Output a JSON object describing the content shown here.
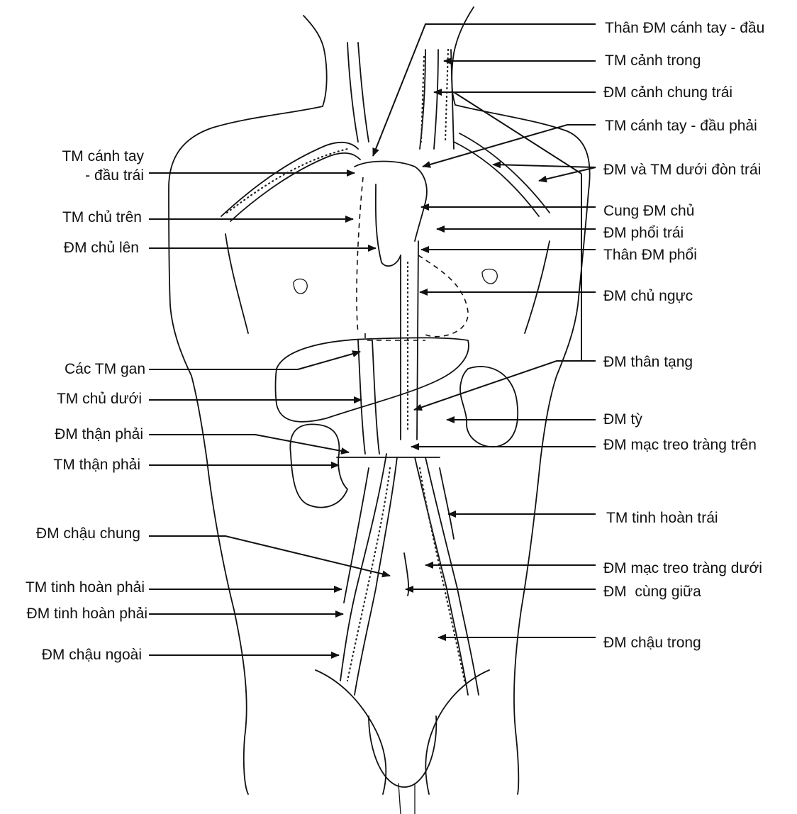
{
  "labels": {
    "than_dm_canh_tay_dau": "Thân ĐM cánh tay - đầu",
    "tm_canh_trong": "TM cảnh trong",
    "dm_canh_chung_trai": "ĐM cảnh chung trái",
    "tm_canh_tay_dau_phai": "TM cánh tay - đầu phải",
    "tm_canh_tay_dau_trai_1": "TM cánh tay",
    "tm_canh_tay_dau_trai_2": "- đầu trái",
    "dm_va_tm_duoi_don_trai": "ĐM và TM dưới đòn trái",
    "tm_chu_tren": "TM chủ trên",
    "cung_dm_chu": "Cung ĐM chủ",
    "dm_phoi_trai": "ĐM phổi trái",
    "dm_chu_len": "ĐM chủ lên",
    "than_dm_phoi": "Thân ĐM phổi",
    "dm_chu_nguc": "ĐM chủ ngực",
    "cac_tm_gan": "Các TM gan",
    "dm_than_tang": "ĐM thân tạng",
    "tm_chu_duoi": "TM chủ dưới",
    "dm_ty": "ĐM tỳ",
    "dm_than_phai": "ĐM thận phải",
    "dm_mac_treo_trang_tren": "ĐM mạc treo tràng trên",
    "tm_than_phai": "TM thận phải",
    "tm_tinh_hoan_trai": "TM tinh hoàn trái",
    "dm_chau_chung": "ĐM chậu chung",
    "dm_mac_treo_trang_duoi": "ĐM mạc treo tràng dưới",
    "tm_tinh_hoan_phai": "TM tinh hoàn phải",
    "dm_cung_giua": "ĐM  cùng giữa",
    "dm_tinh_hoan_phai": "ĐM tinh hoàn phải",
    "dm_chau_trong": "ĐM chậu trong",
    "dm_chau_ngoai": "ĐM chậu ngoài"
  }
}
